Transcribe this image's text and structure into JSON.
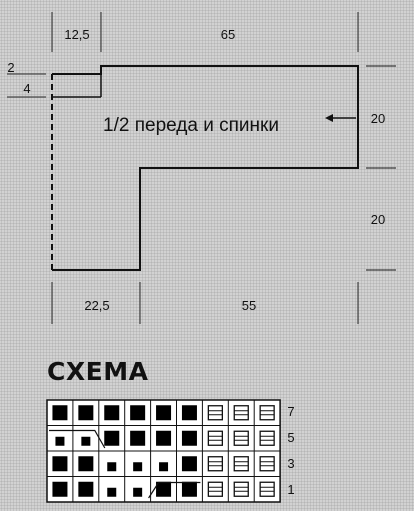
{
  "pattern": {
    "dimensions": {
      "top_left_width": "12,5",
      "top_right_width": "65",
      "left_small_top": "2",
      "left_small_bottom": "4",
      "right_upper_height": "20",
      "right_lower_height": "20",
      "bottom_left_width": "22,5",
      "bottom_right_width": "55"
    },
    "piece_label": "1/2 переда и спинки"
  },
  "schema": {
    "title": "СХЕМА",
    "row_labels": [
      "7",
      "5",
      "3",
      "1"
    ],
    "rows": [
      [
        "big",
        "big",
        "big",
        "big",
        "big",
        "big",
        "hollow",
        "hollow",
        "hollow"
      ],
      [
        "small",
        "small",
        "big",
        "big",
        "big",
        "big",
        "hollow",
        "hollow",
        "hollow"
      ],
      [
        "big",
        "big",
        "small",
        "small",
        "small",
        "big",
        "hollow",
        "hollow",
        "hollow"
      ],
      [
        "big",
        "big",
        "small",
        "small",
        "big",
        "big",
        "hollow",
        "hollow",
        "hollow"
      ]
    ]
  }
}
